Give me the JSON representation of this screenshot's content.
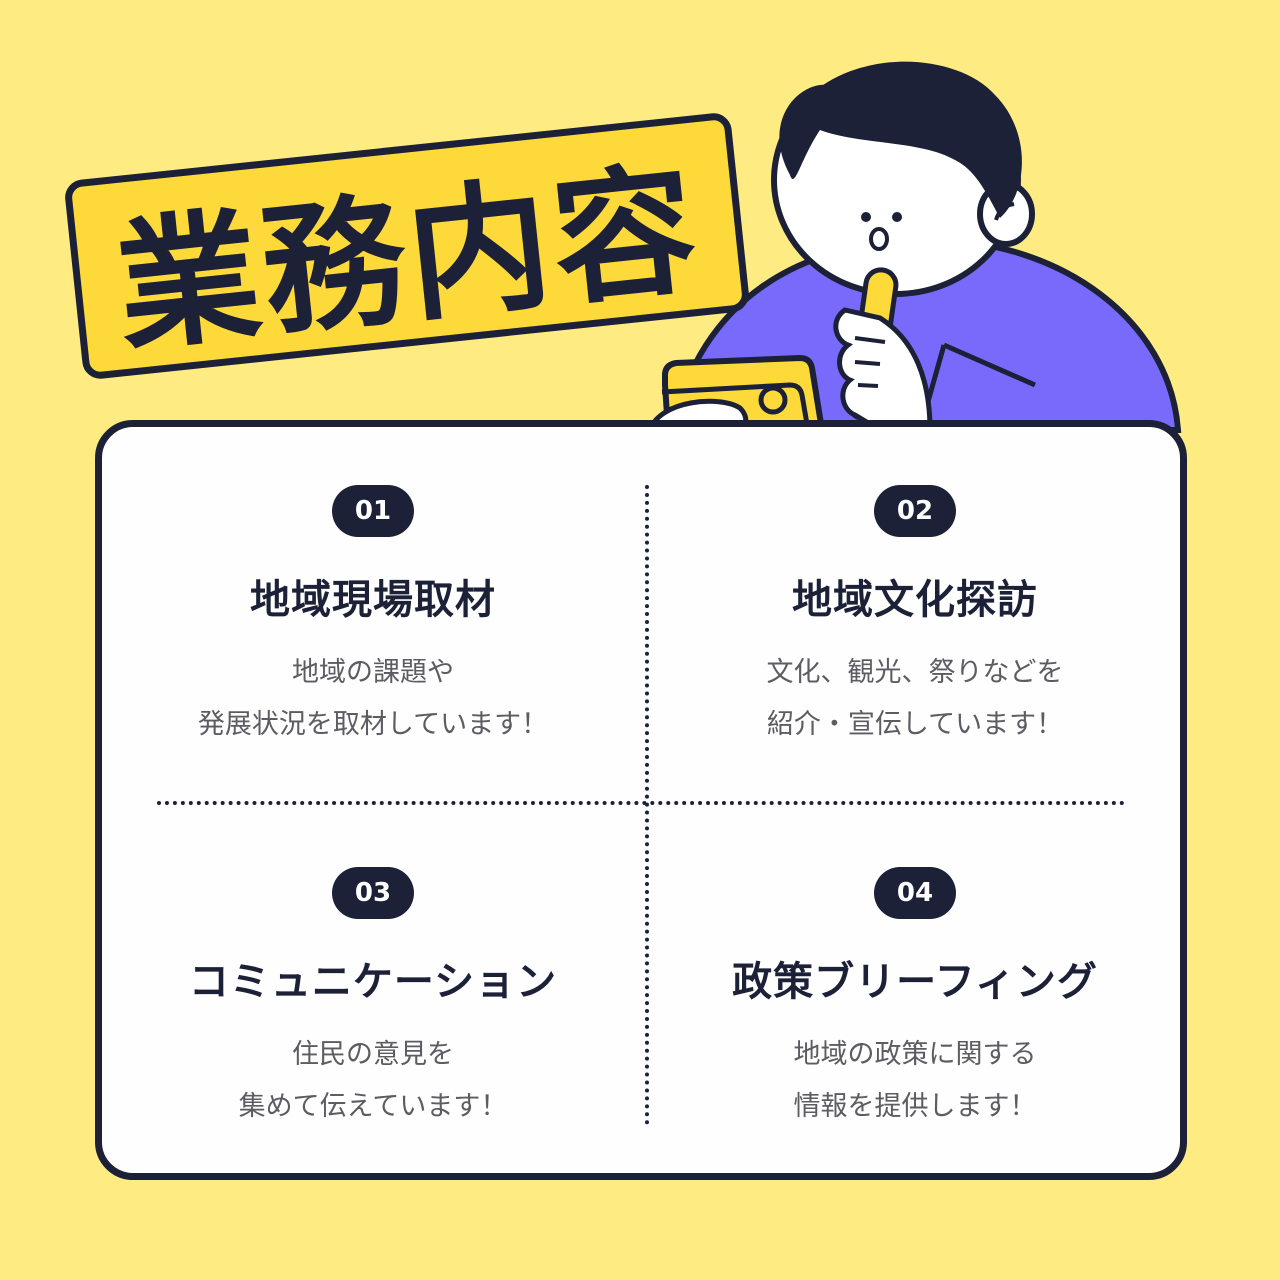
{
  "title": "業務内容",
  "colors": {
    "background": "#FEEC82",
    "title_box": "#FDD93A",
    "ink": "#1C2138",
    "shirt": "#786BFB",
    "card": "#FEFEFE",
    "body_text": "#5C5C62"
  },
  "items": [
    {
      "number": "01",
      "heading": "地域現場取材",
      "lines": [
        "地域の課題や",
        "発展状況を取材しています！"
      ]
    },
    {
      "number": "02",
      "heading": "地域文化探訪",
      "lines": [
        "文化、観光、祭りなどを",
        "紹介・宣伝しています！"
      ]
    },
    {
      "number": "03",
      "heading": "コミュニケーション",
      "lines": [
        "住民の意見を",
        "集めて伝えています！"
      ]
    },
    {
      "number": "04",
      "heading": "政策ブリーフィング",
      "lines": [
        "地域の政策に関する",
        "情報を提供します！"
      ]
    }
  ],
  "illustration": {
    "subject": "person-thinking-with-phone"
  }
}
